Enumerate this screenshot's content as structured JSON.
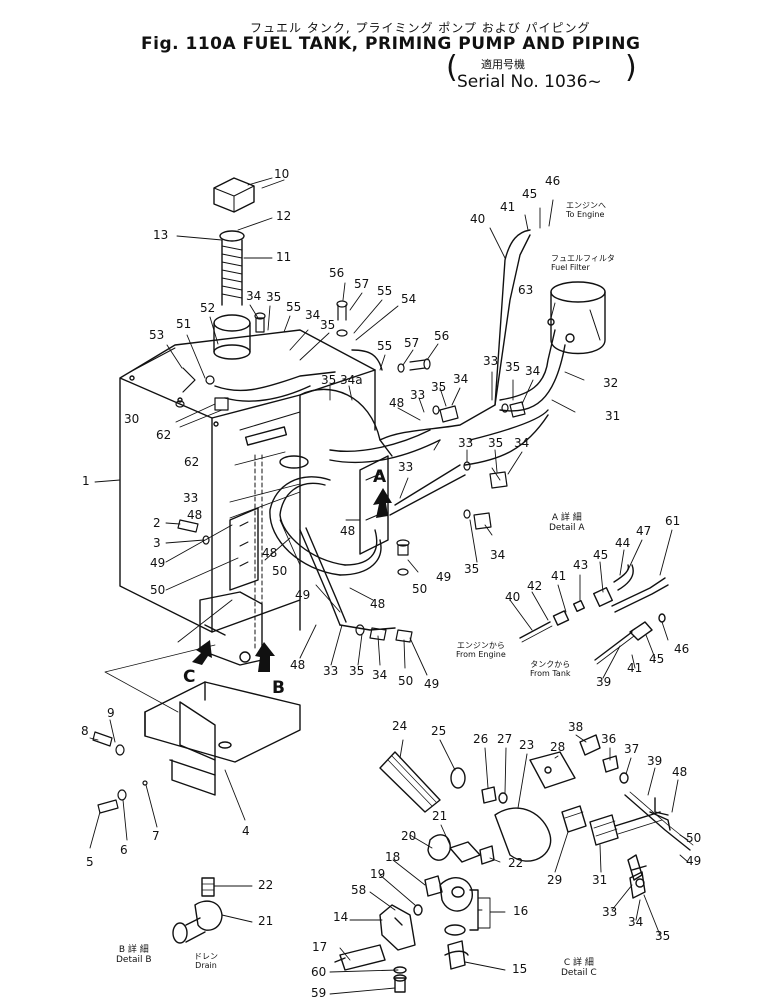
{
  "header": {
    "title_jp": "フュエル タンク, プライミング ポンプ および パイピング",
    "title": "Fig. 110A FUEL TANK, PRIMING PUMP AND PIPING",
    "serial_jp": "適用号機",
    "serial": "Serial No. 1036~"
  },
  "notes": {
    "to_engine_jp": "エンジンへ",
    "to_engine": "To Engine",
    "fuel_filter_jp": "フュエルフィルタ",
    "fuel_filter": "Fuel Filter",
    "from_engine_jp": "エンジンから",
    "from_engine": "From Engine",
    "from_tank_jp": "タンクから",
    "from_tank": "From Tank",
    "drain_jp": "ドレン",
    "drain": "Drain"
  },
  "details": {
    "a_jp": "A 詳 細",
    "a": "Detail A",
    "b_jp": "B 詳 細",
    "b": "Detail B",
    "c_jp": "C 詳 細",
    "c": "Detail C"
  },
  "arrows": {
    "a": "A",
    "b": "B",
    "c": "C"
  },
  "callouts": {
    "n1": "1",
    "n2": "2",
    "n3": "3",
    "n4": "4",
    "n5": "5",
    "n6": "6",
    "n7": "7",
    "n8": "8",
    "n9": "9",
    "n10": "10",
    "n11": "11",
    "n12": "12",
    "n13": "13",
    "n14": "14",
    "n15": "15",
    "n16": "16",
    "n17": "17",
    "n18": "18",
    "n19": "19",
    "n20": "20",
    "n21": "21",
    "n22": "22",
    "n23": "23",
    "n24": "24",
    "n25": "25",
    "n26": "26",
    "n27": "27",
    "n28": "28",
    "n29": "29",
    "n30": "30",
    "n31": "31",
    "n32": "32",
    "n33": "33",
    "n34": "34",
    "n35": "35",
    "n36": "36",
    "n37": "37",
    "n38": "38",
    "n39": "39",
    "n40": "40",
    "n41": "41",
    "n42": "42",
    "n43": "43",
    "n44": "44",
    "n45": "45",
    "n46": "46",
    "n47": "47",
    "n48": "48",
    "n49": "49",
    "n50": "50",
    "n51": "51",
    "n52": "52",
    "n53": "53",
    "n54": "54",
    "n55": "55",
    "n56": "56",
    "n57": "57",
    "n58": "58",
    "n59": "59",
    "n60": "60",
    "n61": "61",
    "n62": "62",
    "n63": "63",
    "n34a": "34a"
  }
}
